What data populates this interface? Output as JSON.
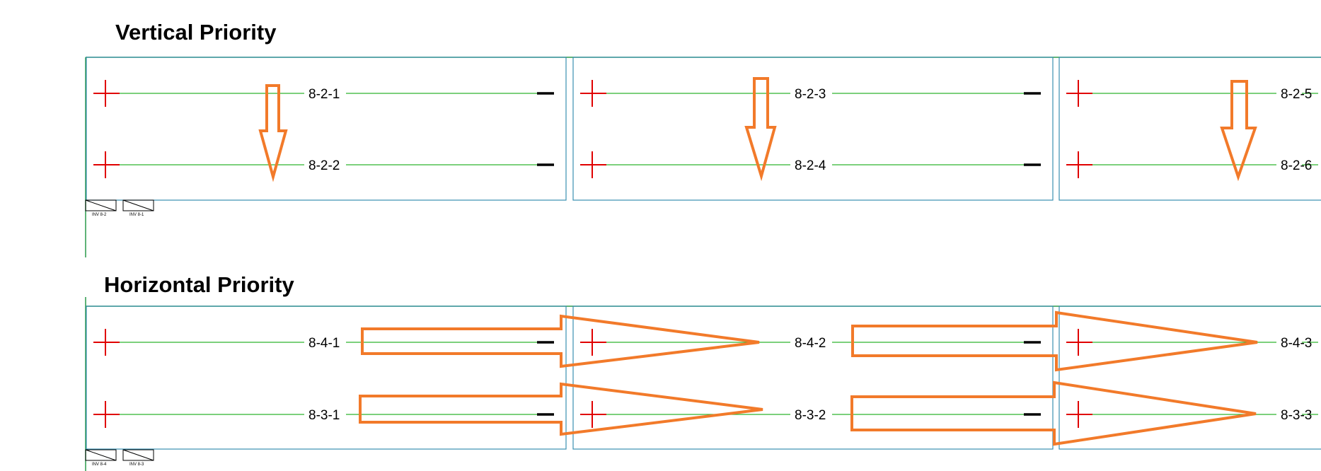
{
  "sections": [
    {
      "title": "Vertical Priority",
      "rows": [
        [
          "8-2-1",
          "8-2-3",
          "8-2-5"
        ],
        [
          "8-2-2",
          "8-2-4",
          "8-2-6"
        ]
      ],
      "inverters": [
        "INV 8-2",
        "INV 8-1"
      ],
      "arrow_direction": "down"
    },
    {
      "title": "Horizontal Priority",
      "rows": [
        [
          "8-4-1",
          "8-4-2",
          "8-4-3"
        ],
        [
          "8-3-1",
          "8-3-2",
          "8-3-3"
        ]
      ],
      "inverters": [
        "INV 8-4",
        "INV 8-3"
      ],
      "arrow_direction": "right"
    }
  ],
  "colors": {
    "wire": "#2db52d",
    "frame_green": "#2a9a4a",
    "block_border": "#3a8fb0",
    "plus": "#e00000",
    "minus": "#000000",
    "arrow": "#f27a2a"
  }
}
